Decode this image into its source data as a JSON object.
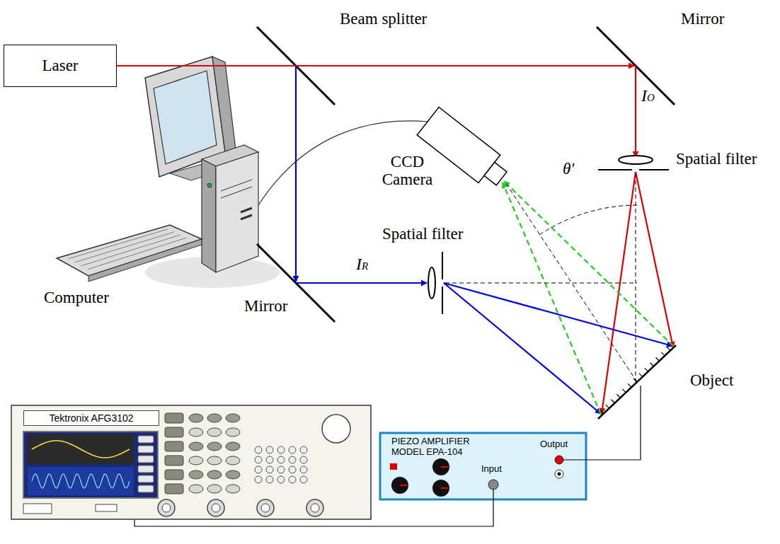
{
  "diagram": {
    "nodes": [
      {
        "text": [
          "Laser"
        ]
      },
      {
        "text": [
          "Tektronix AFG3102"
        ]
      },
      {
        "text": [
          "PIEZO AMPLIFIER MODEL EPA-104",
          "Input",
          "Output"
        ]
      }
    ],
    "edges": [
      {
        "from": 1,
        "to": 2,
        "arrow": "none"
      }
    ],
    "labels": [
      "Beam splitter",
      "Mirror",
      "IO",
      "Spatial filter",
      "CCD Camera",
      "θ'",
      "Computer",
      "Spatial filter",
      "Mirror",
      "IR",
      "Object"
    ]
  }
}
